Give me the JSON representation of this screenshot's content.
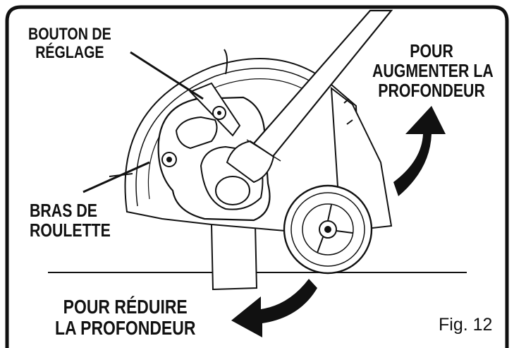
{
  "labels": {
    "adjust_button": [
      "BOUTON DE",
      "RÉGLAGE"
    ],
    "increase_depth": [
      "POUR",
      "AUGMENTER LA",
      "PROFONDEUR"
    ],
    "wheel_arm": [
      "BRAS DE",
      "ROULETTE"
    ],
    "decrease_depth": [
      "POUR RÉDUIRE",
      "LA PROFONDEUR"
    ],
    "figure_number": "Fig. 12"
  },
  "colors": {
    "ink": "#111111",
    "paper": "#ffffff"
  }
}
